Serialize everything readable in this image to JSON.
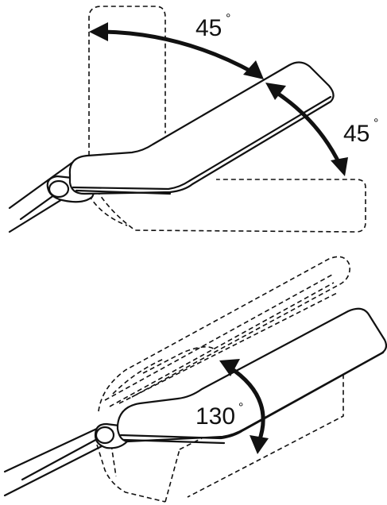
{
  "figure": {
    "top": {
      "angle_up": {
        "value": "45",
        "unit": "°"
      },
      "angle_down": {
        "value": "45",
        "unit": "°"
      }
    },
    "bottom": {
      "angle_range": {
        "value": "130",
        "unit": "°"
      }
    }
  }
}
